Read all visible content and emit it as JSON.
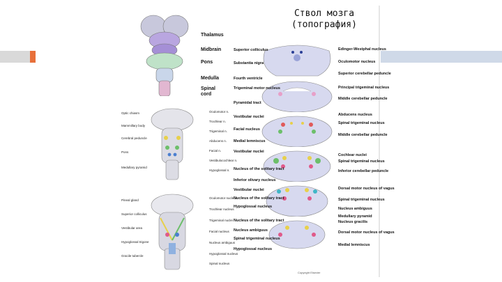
{
  "slide": {
    "title_line1": "Ствол мозга",
    "title_line2": "(топография)"
  },
  "overview_labels": {
    "thalamus": "Thalamus",
    "midbrain": "Midbrain",
    "pons": "Pons",
    "medulla": "Medulla",
    "spinal_cord_1": "Spinal",
    "spinal_cord_2": "cord"
  },
  "left_labels": [
    "Superior colliculus",
    "Substantia nigra",
    "Fourth ventricle",
    "Trigeminal motor nucleus",
    "Pyramidal tract",
    "Vestibular nuclei",
    "Facial nucleus",
    "Medial lemniscus",
    "Vestibular nuclei",
    "Nucleus of the solitary tract",
    "Inferior olivary nucleus",
    "Vestibular nuclei",
    "Nucleus of the solitary tract",
    "Hypoglossal nucleus",
    "Nucleus of the solitary tract",
    "Nucleus ambiguus",
    "Spinal trigeminal nucleus",
    "Hypoglossal nucleus"
  ],
  "right_labels": [
    "Edinger-Westphal nucleus",
    "Oculomotor nucleus",
    "Superior cerebellar peduncle",
    "Principal trigeminal nucleus",
    "Middle cerebellar peduncle",
    "Abducens nucleus",
    "Spinal trigeminal nucleus",
    "Middle cerebellar peduncle",
    "Cochlear nuclei",
    "Spinal trigeminal nucleus",
    "Inferior cerebellar peduncle",
    "Dorsal motor nucleus of vagus",
    "Spinal trigeminal nucleus",
    "Nucleus ambiguus",
    "Medullary pyramid",
    "Nucleus gracilis",
    "Dorsal motor nucleus of vagus",
    "Medial lemniscus"
  ],
  "credit": "Copyright Elsevier"
}
